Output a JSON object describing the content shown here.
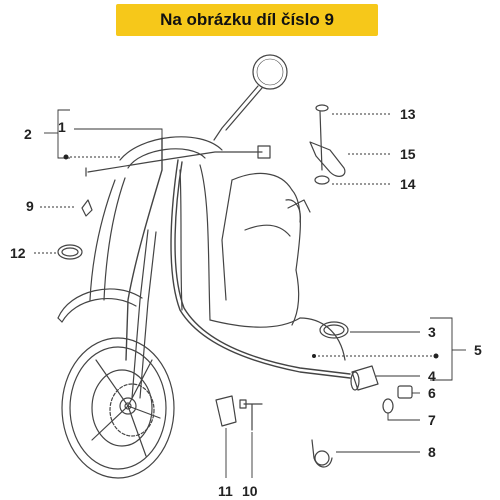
{
  "banner": {
    "text": "Na obrázku díl číslo 9",
    "color": "#f6c81a"
  },
  "callouts": {
    "n1": "1",
    "n2": "2",
    "n3": "3",
    "n4": "4",
    "n5": "5",
    "n6": "6",
    "n7": "7",
    "n8": "8",
    "n9": "9",
    "n10": "10",
    "n11": "11",
    "n12": "12",
    "n13": "13",
    "n14": "14",
    "n15": "15"
  },
  "highlighted_part": "9"
}
